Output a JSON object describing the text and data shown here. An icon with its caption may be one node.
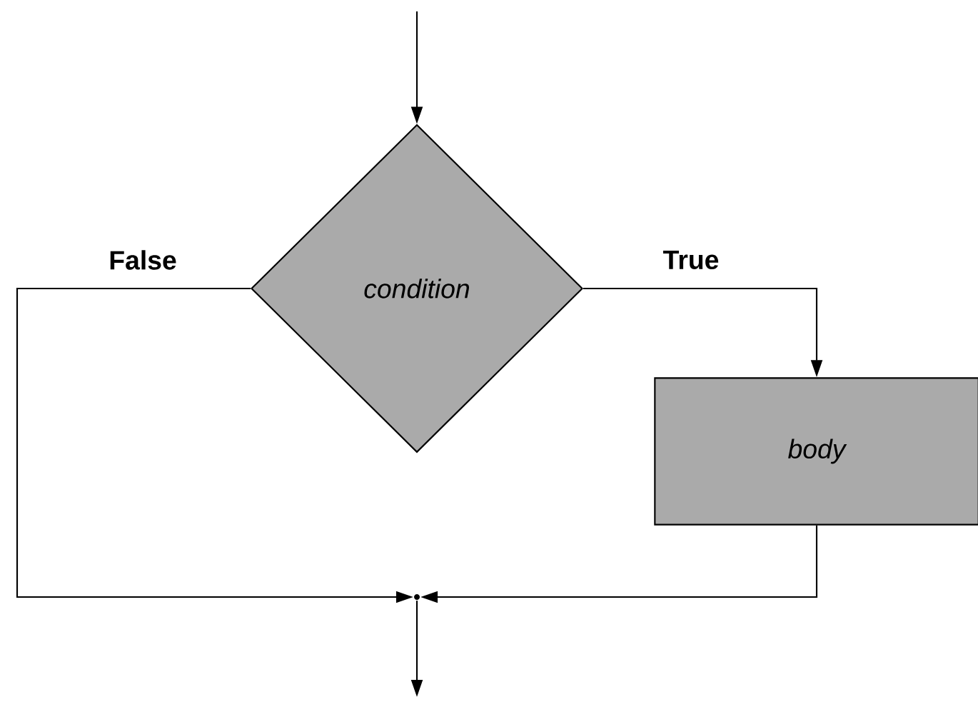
{
  "diagram": {
    "nodes": [
      {
        "text": [
          "condition"
        ]
      },
      {
        "text": [
          "body"
        ]
      },
      {
        "text": [],
        "shape": "junction"
      }
    ],
    "edges": [
      {
        "from": null,
        "to": 0,
        "arrow": "to"
      },
      {
        "from": 0,
        "to": 1,
        "arrow": "to",
        "label": "True"
      },
      {
        "from": 0,
        "to": 2,
        "arrow": "to",
        "label": "False"
      },
      {
        "from": 1,
        "to": 2,
        "arrow": "to"
      },
      {
        "from": 2,
        "to": null,
        "arrow": "to"
      }
    ]
  }
}
